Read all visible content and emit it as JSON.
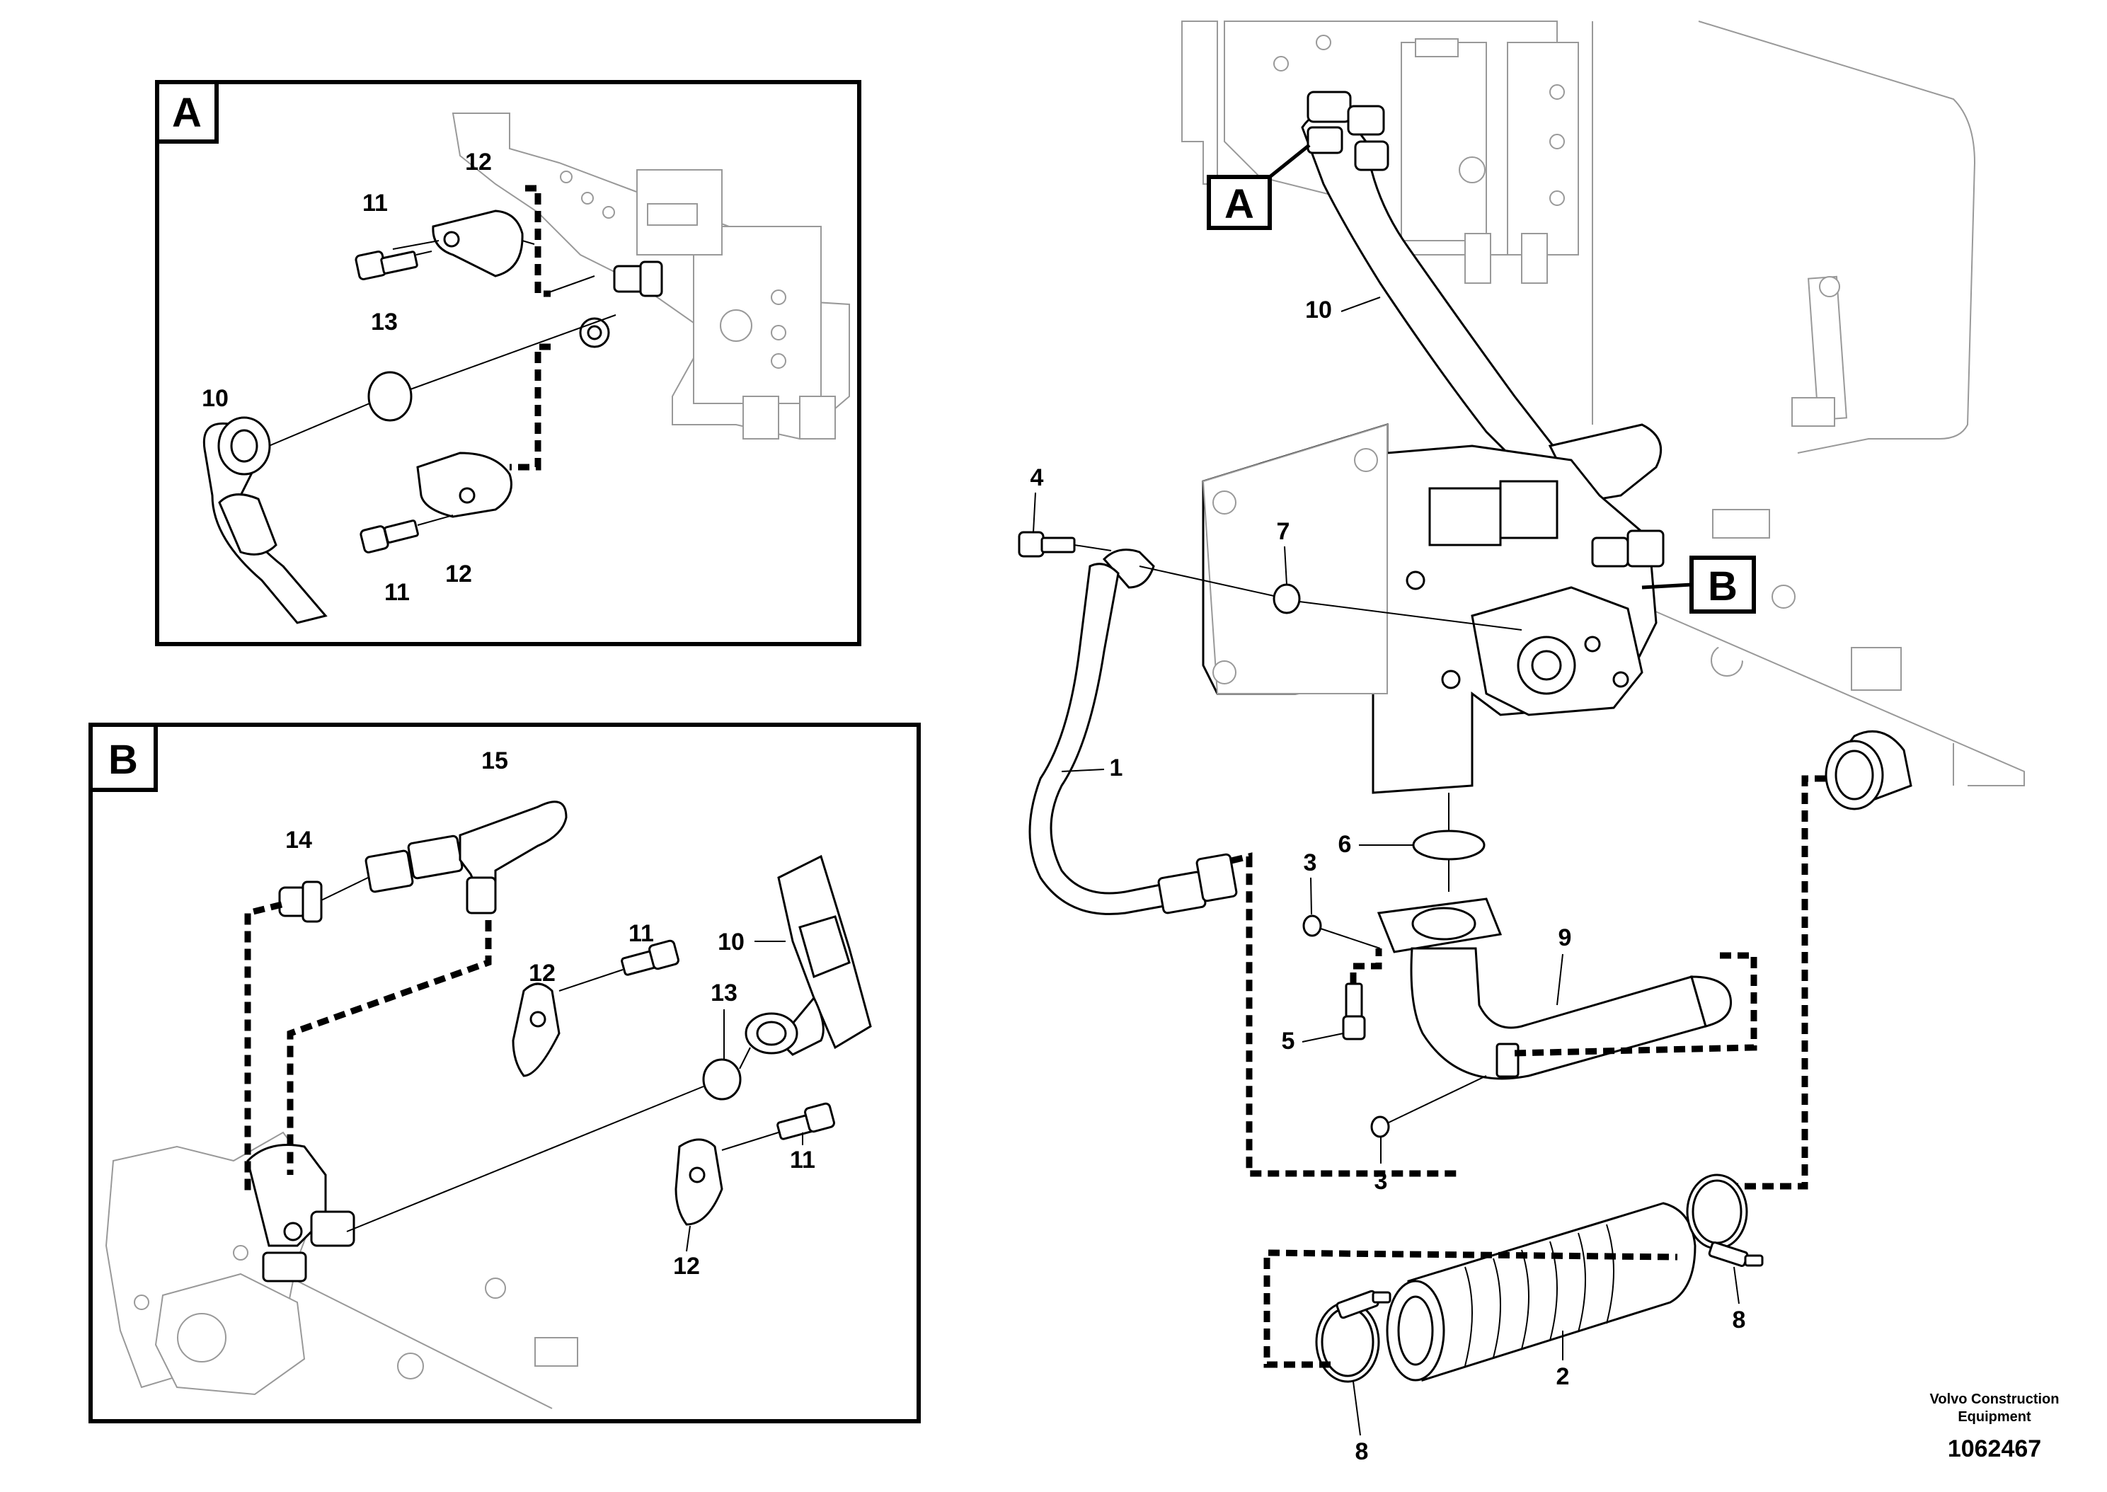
{
  "detail_a": {
    "letter": "A",
    "labels": {
      "p11a": "11",
      "p12a": "12",
      "p13": "13",
      "p10": "10",
      "p11b": "11",
      "p12b": "12"
    }
  },
  "detail_b": {
    "letter": "B",
    "labels": {
      "p15": "15",
      "p14": "14",
      "p11a": "11",
      "p10": "10",
      "p12a": "12",
      "p13": "13",
      "p11b": "11",
      "p12b": "12"
    }
  },
  "main": {
    "callouts": {
      "a": "A",
      "b": "B"
    },
    "labels": {
      "p10": "10",
      "p4": "4",
      "p7": "7",
      "p1": "1",
      "p6": "6",
      "p3a": "3",
      "p9": "9",
      "p5": "5",
      "p3b": "3",
      "p8a": "8",
      "p2": "2",
      "p8b": "8"
    }
  },
  "footer": {
    "brand_line1": "Volvo Construction",
    "brand_line2": "Equipment",
    "document_number": "1062467"
  },
  "colors": {
    "ink": "#000000",
    "paper": "#ffffff",
    "ghost": "#999999"
  }
}
